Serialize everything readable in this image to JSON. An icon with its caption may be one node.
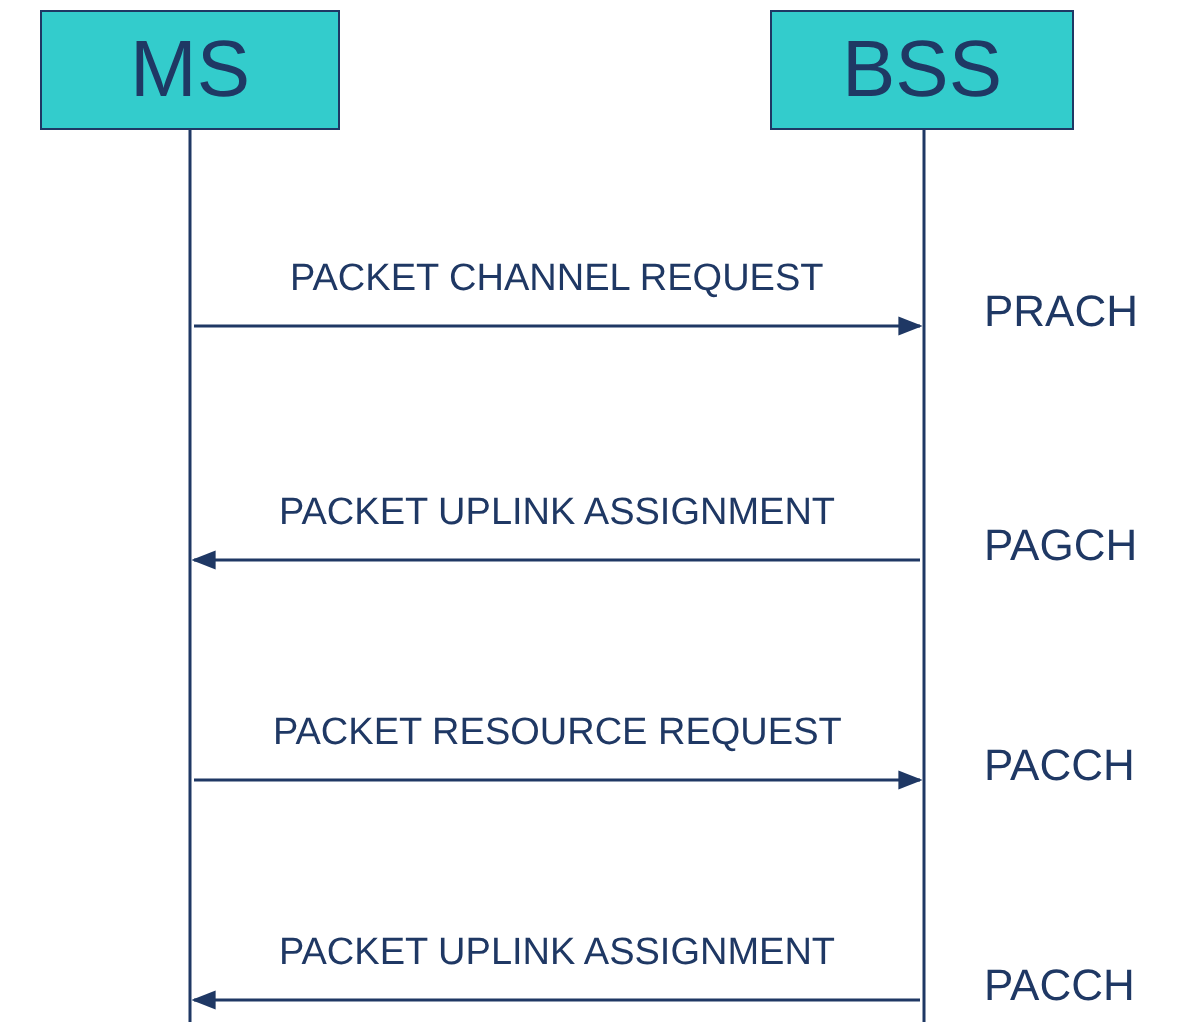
{
  "diagram": {
    "nodes": [
      {
        "text": [
          "MS"
        ]
      },
      {
        "text": [
          "BSS"
        ]
      }
    ],
    "edges": [
      {
        "from": 0,
        "to": 1,
        "arrow": "to",
        "label": "PACKET CHANNEL REQUEST"
      },
      {
        "from": 1,
        "to": 0,
        "arrow": "to",
        "label": "PACKET UPLINK ASSIGNMENT"
      },
      {
        "from": 0,
        "to": 1,
        "arrow": "to",
        "label": "PACKET RESOURCE REQUEST"
      },
      {
        "from": 1,
        "to": 0,
        "arrow": "to",
        "label": "PACKET UPLINK ASSIGNMENT"
      }
    ],
    "labels": [
      "PRACH",
      "PAGCH",
      "PACCH",
      "PACCH"
    ]
  }
}
